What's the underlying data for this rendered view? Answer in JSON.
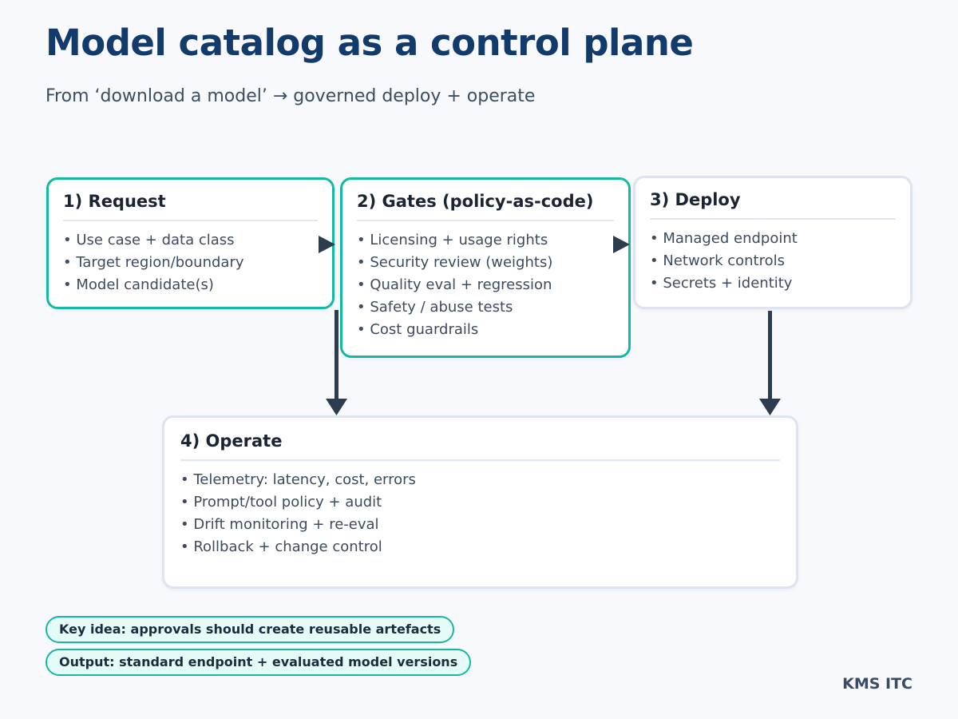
{
  "slide": {
    "title": "Model catalog as a control plane",
    "subtitle": "From ‘download a model’ → governed deploy + operate",
    "brand": "KMS ITC"
  },
  "boxes": [
    {
      "id": "request",
      "title": "1) Request",
      "accent": "teal",
      "items": [
        "Use case + data class",
        "Target region/boundary",
        "Model candidate(s)"
      ]
    },
    {
      "id": "gates",
      "title": "2) Gates (policy-as-code)",
      "accent": "teal",
      "items": [
        "Licensing + usage rights",
        "Security review (weights)",
        "Quality eval + regression",
        "Safety / abuse tests",
        "Cost guardrails"
      ]
    },
    {
      "id": "deploy",
      "title": "3) Deploy",
      "accent": "gray",
      "items": [
        "Managed endpoint",
        "Network controls",
        "Secrets + identity"
      ]
    },
    {
      "id": "operate",
      "title": "4) Operate",
      "accent": "gray",
      "items": [
        "Telemetry: latency, cost, errors",
        "Prompt/tool policy + audit",
        "Drift monitoring + re-eval",
        "Rollback + change control"
      ]
    }
  ],
  "arrows": [
    {
      "from": "1) Request",
      "to": "2) Gates (policy-as-code)",
      "direction": "right"
    },
    {
      "from": "2) Gates (policy-as-code)",
      "to": "3) Deploy",
      "direction": "right"
    },
    {
      "from": "1) Request",
      "to": "4) Operate",
      "direction": "down"
    },
    {
      "from": "3) Deploy",
      "to": "4) Operate",
      "direction": "down"
    }
  ],
  "pills": [
    "Key idea: approvals should create reusable artefacts",
    "Output: standard endpoint + evaluated model versions"
  ],
  "colors": {
    "background": "#f7f9fc",
    "title_navy": "#123a6b",
    "body_slate": "#3c4b5f",
    "heading_dark": "#1b2433",
    "teal_accent": "#15b8a3",
    "gray_border": "#dce4ef",
    "arrow_dark": "#2e3c4f",
    "pill_background": "#e4fbf6"
  }
}
